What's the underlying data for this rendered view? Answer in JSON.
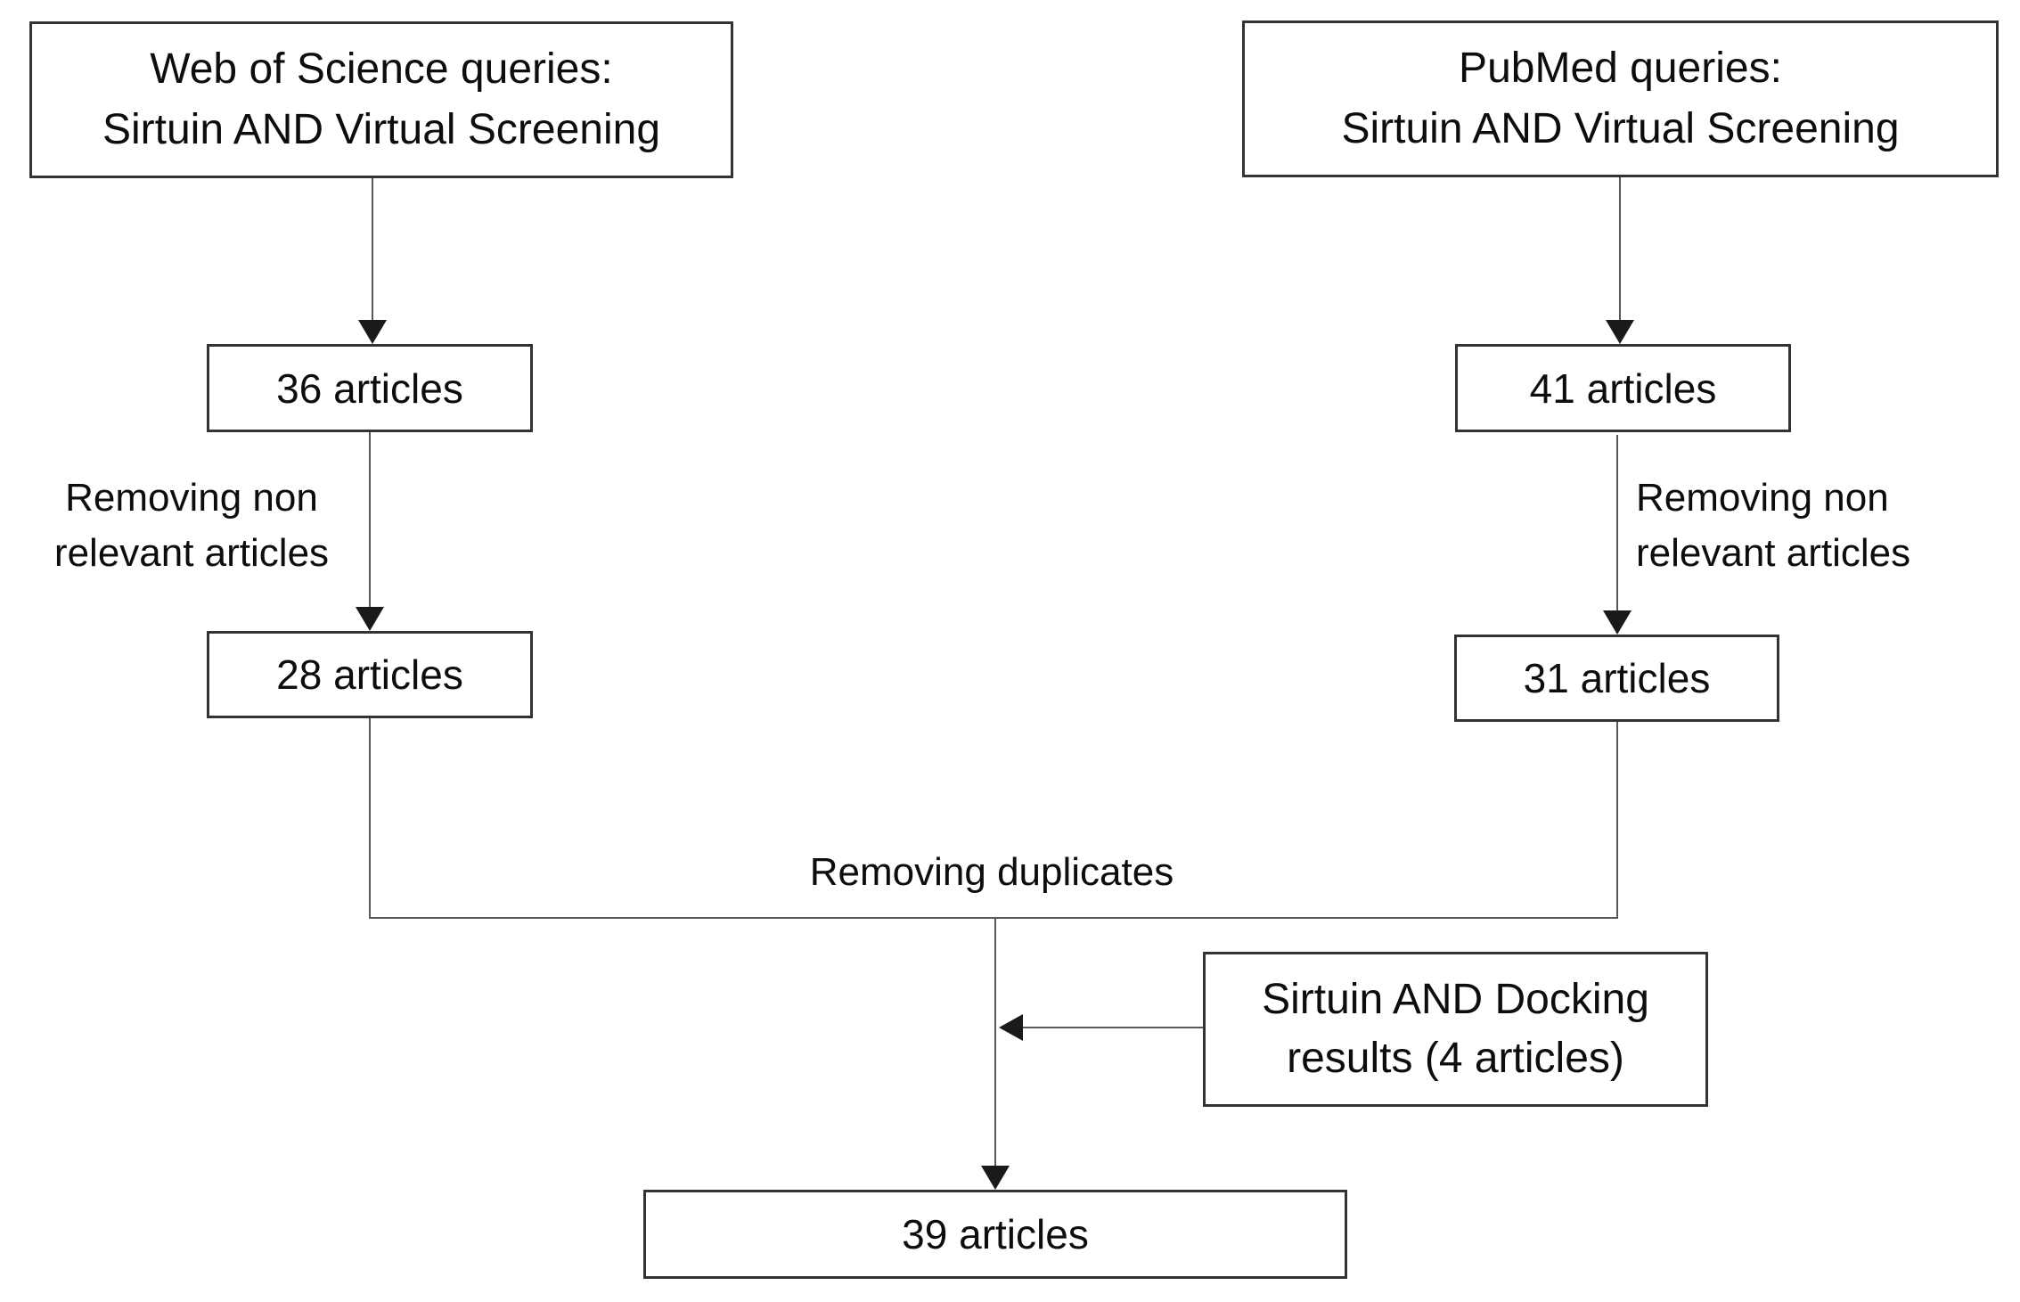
{
  "diagram": {
    "type": "flowchart",
    "nodes": {
      "wos_query": {
        "line1": "Web of Science queries:",
        "line2": "Sirtuin AND Virtual Screening"
      },
      "pubmed_query": {
        "line1": "PubMed queries:",
        "line2": "Sirtuin AND Virtual Screening"
      },
      "wos_initial": {
        "label": "36 articles"
      },
      "pubmed_initial": {
        "label": "41 articles"
      },
      "wos_screened": {
        "label": "28 articles"
      },
      "pubmed_screened": {
        "label": "31 articles"
      },
      "docking_input": {
        "line1": "Sirtuin AND Docking",
        "line2": "results (4 articles)"
      },
      "final": {
        "label": "39 articles"
      }
    },
    "edge_labels": {
      "wos_filter": {
        "line1": "Removing non",
        "line2": "relevant articles"
      },
      "pubmed_filter": {
        "line1": "Removing non",
        "line2": "relevant articles"
      },
      "merge": {
        "label": "Removing duplicates"
      }
    }
  },
  "colors": {
    "box-border": "#333333",
    "line": "#595959",
    "arrow": "#1a1a1a",
    "text": "#0d0d0d",
    "bg": "#ffffff"
  }
}
